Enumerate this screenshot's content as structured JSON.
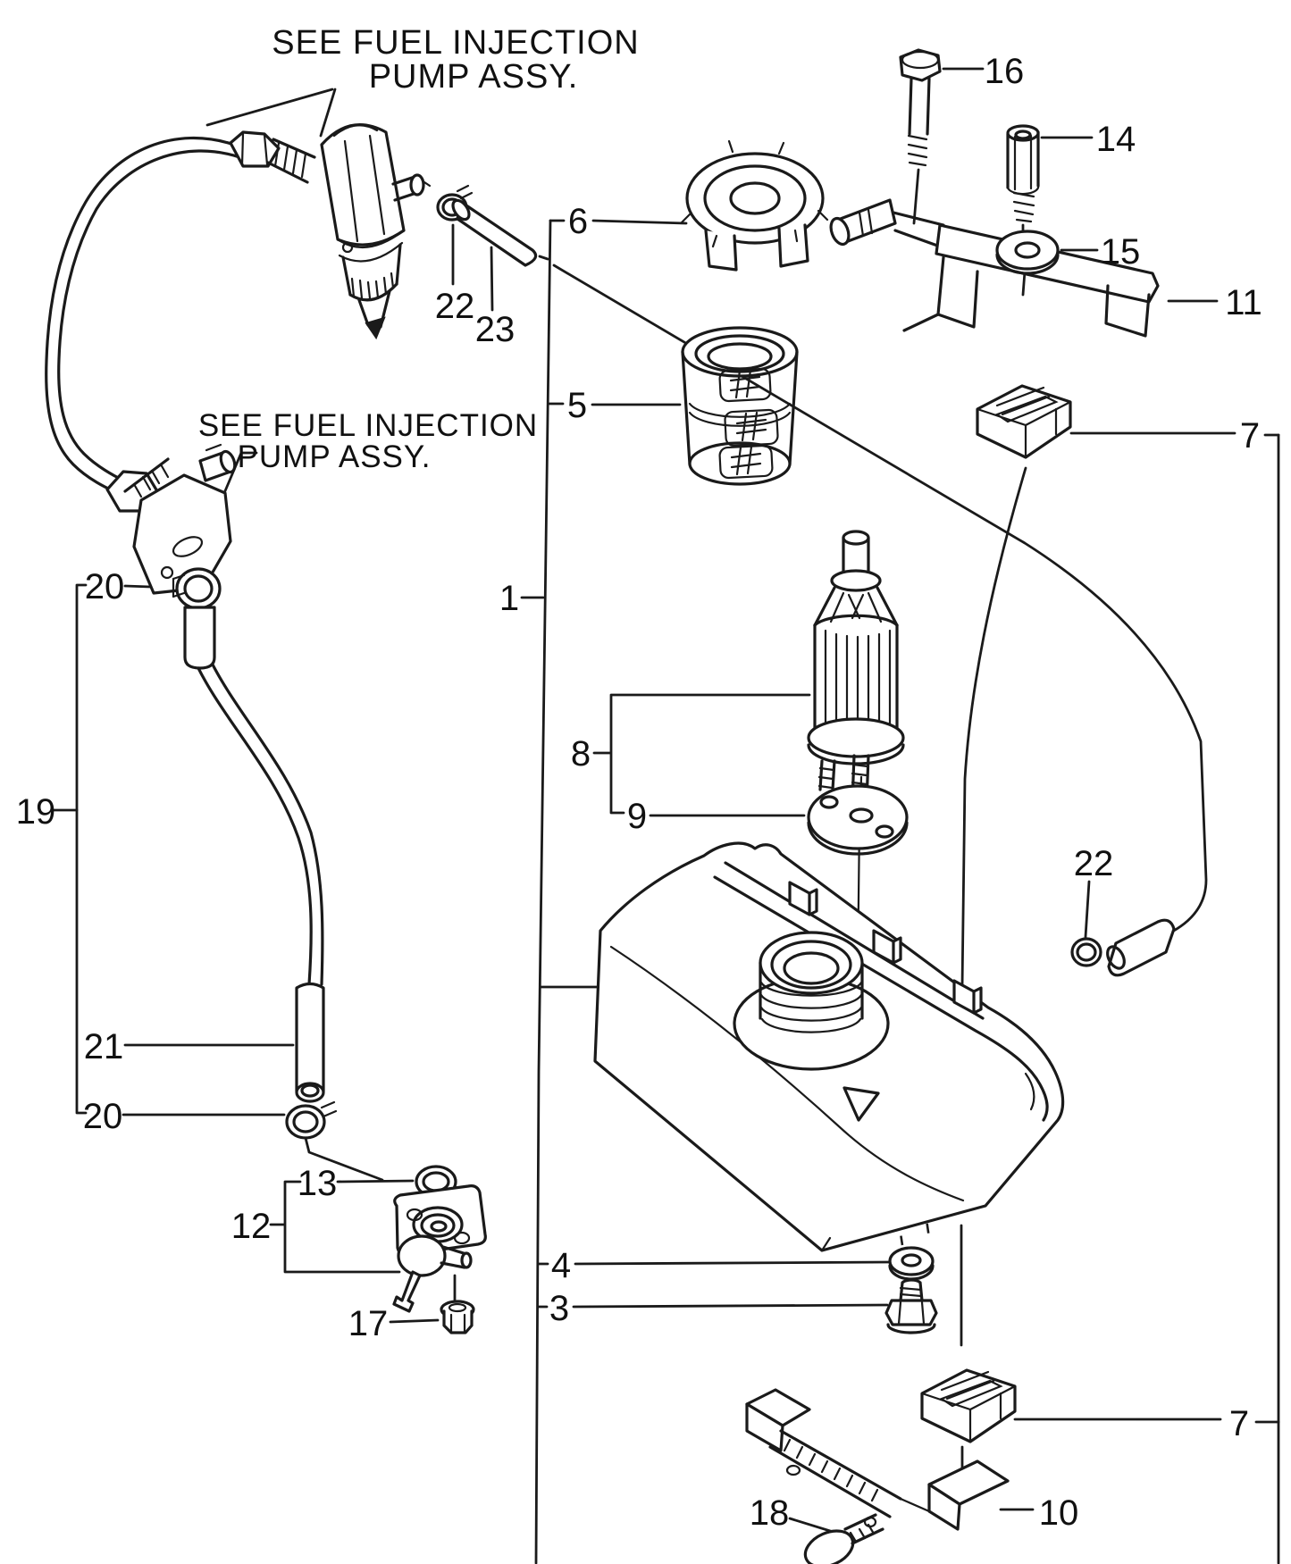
{
  "diagram": {
    "type": "exploded-parts-diagram",
    "subject": "fuel-tank-assembly",
    "colors": {
      "line": "#1a1a1a",
      "background": "#ffffff",
      "text": "#111111"
    },
    "notes": {
      "note1_line1": "SEE FUEL INJECTION",
      "note1_line2": "PUMP ASSY.",
      "note2_line1": "SEE FUEL INJECTION",
      "note2_line2": "PUMP ASSY."
    },
    "labels": {
      "n1": "1",
      "n3": "3",
      "n4": "4",
      "n5": "5",
      "n6": "6",
      "n7_top": "7",
      "n7_bottom": "7",
      "n8": "8",
      "n9": "9",
      "n10": "10",
      "n11": "11",
      "n12": "12",
      "n13": "13",
      "n14": "14",
      "n15": "15",
      "n16": "16",
      "n17": "17",
      "n18": "18",
      "n19": "19",
      "n20_top": "20",
      "n20_bottom": "20",
      "n21": "21",
      "n22_left": "22",
      "n22_right": "22",
      "n23": "23"
    }
  }
}
